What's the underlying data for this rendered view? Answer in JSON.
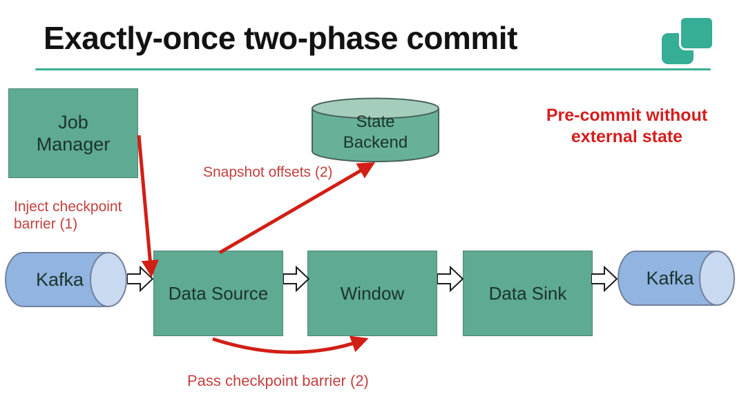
{
  "header": {
    "title": "Exactly-once two-phase commit"
  },
  "logo": {
    "icon": "overlapping-rounded-squares",
    "color": "#35ae95"
  },
  "annotations": {
    "precommit": "Pre-commit without\nexternal state",
    "inject": "Inject checkpoint\nbarrier (1)",
    "snapshot": "Snapshot offsets (2)",
    "pass": "Pass checkpoint barrier (2)"
  },
  "nodes": {
    "job_manager": "Job\nManager",
    "state_backend": "State\nBackend",
    "kafka_in": "Kafka",
    "data_source": "Data Source",
    "window": "Window",
    "data_sink": "Data Sink",
    "kafka_out": "Kafka"
  },
  "flow": {
    "pipeline_order": [
      "Kafka",
      "Data Source",
      "Window",
      "Data Sink",
      "Kafka"
    ],
    "red_arrows": [
      {
        "from": "Job Manager",
        "to": "Data Source",
        "label": "Inject checkpoint barrier (1)"
      },
      {
        "from": "Data Source",
        "to": "State Backend",
        "label": "Snapshot offsets (2)"
      },
      {
        "from": "Data Source",
        "to": "Window",
        "label": "Pass checkpoint barrier (2)"
      }
    ]
  },
  "colors": {
    "accent_teal": "#35ae95",
    "underline_teal": "#3bae96",
    "node_fill": "#5eaa92",
    "cylinder_state_body": "#68b199",
    "cylinder_state_top": "#a4cdbc",
    "kafka_body": "#92b4e1",
    "kafka_cap": "#c8d9f0",
    "arrow_red": "#d11f16",
    "label_red": "#c2403e",
    "precommit_red": "#d41d1d",
    "title_text": "#121212",
    "node_text": "#1b332b"
  }
}
